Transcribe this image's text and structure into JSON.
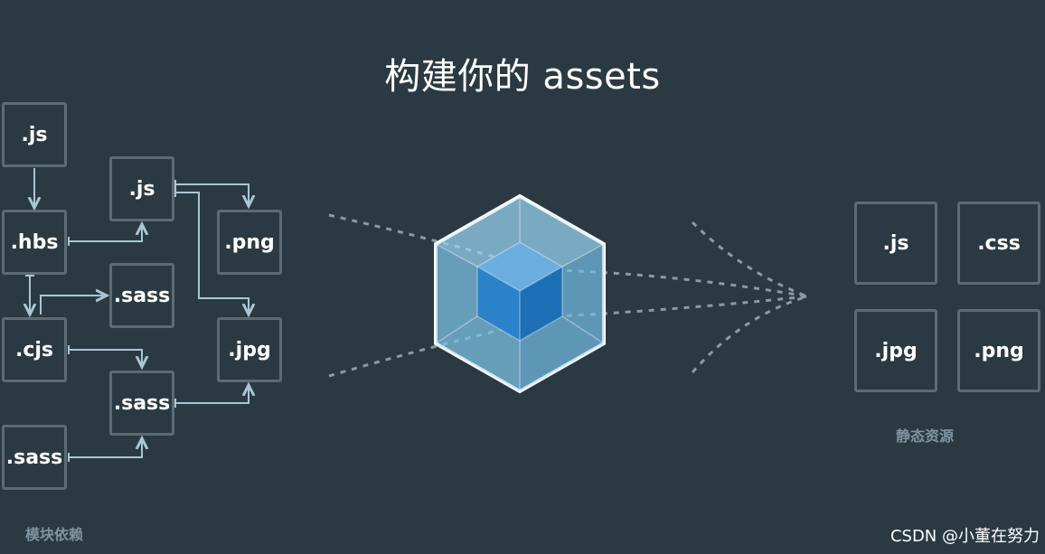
{
  "title": "构建你的 assets",
  "modules": {
    "caption": "模块依赖",
    "boxes": [
      {
        "id": "m_js1",
        "label": ".js"
      },
      {
        "id": "m_js2",
        "label": ".js"
      },
      {
        "id": "m_hbs",
        "label": ".hbs"
      },
      {
        "id": "m_png",
        "label": ".png"
      },
      {
        "id": "m_sass1",
        "label": ".sass"
      },
      {
        "id": "m_cjs",
        "label": ".cjs"
      },
      {
        "id": "m_jpg",
        "label": ".jpg"
      },
      {
        "id": "m_sass2",
        "label": ".sass"
      },
      {
        "id": "m_sass3",
        "label": ".sass"
      }
    ]
  },
  "assets": {
    "caption": "静态资源",
    "boxes": [
      {
        "id": "a_js",
        "label": ".js"
      },
      {
        "id": "a_css",
        "label": ".css"
      },
      {
        "id": "a_jpg",
        "label": ".jpg"
      },
      {
        "id": "a_png",
        "label": ".png"
      }
    ]
  },
  "logo": {
    "name": "webpack-cube-icon"
  },
  "watermark": "CSDN @小董在努力",
  "colors": {
    "background": "#2b3a42",
    "box_border": "#5d6b73",
    "arrow": "#a9c6d4",
    "dotted": "#8a9ba5",
    "cube_outer": "#8ed6fb",
    "cube_inner": "#1c78c0"
  }
}
